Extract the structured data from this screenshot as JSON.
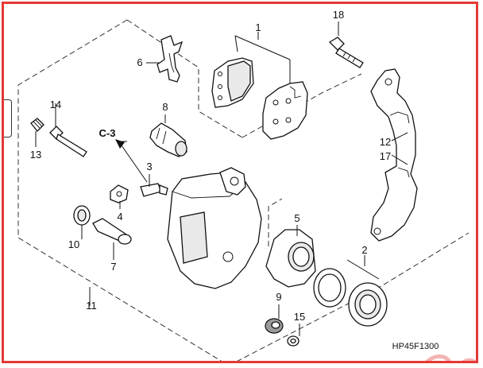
{
  "diagram": {
    "callouts": {
      "c1": "1",
      "c2": "2",
      "c3": "3",
      "c4": "4",
      "c5": "5",
      "c6": "6",
      "c7": "7",
      "c8": "8",
      "c9": "9",
      "c10": "10",
      "c11": "11",
      "c12": "12",
      "c13": "13",
      "c14": "14",
      "c15": "15",
      "c17": "17",
      "c18": "18"
    },
    "reference_label": "C-3",
    "figure_code": "HP45F1300"
  },
  "colors": {
    "frame_border": "#e53935",
    "line": "#111111",
    "part_fill": "#ffffff",
    "shade_fill": "#e9e9e9",
    "dark_fill": "#9a9a9a"
  }
}
